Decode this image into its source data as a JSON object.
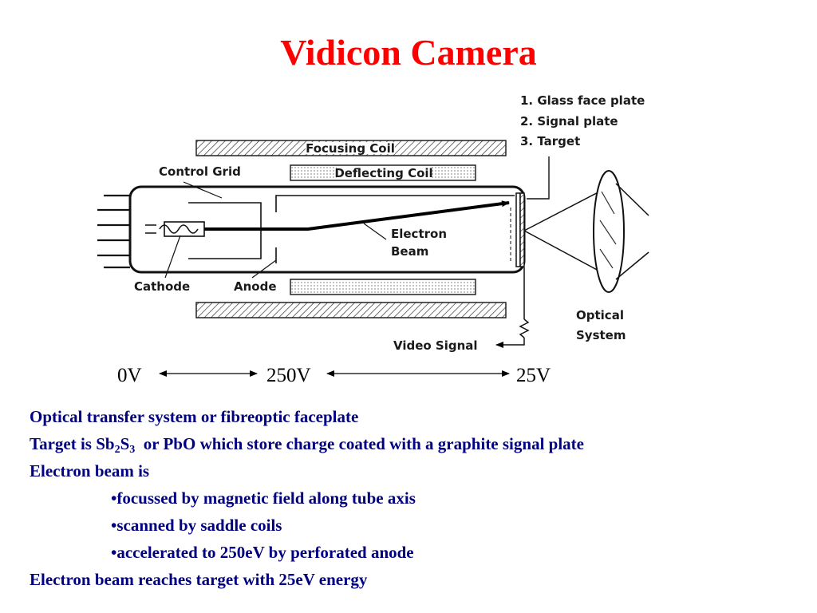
{
  "title": "Vidicon Camera",
  "diagram": {
    "legend": [
      "1. Glass face plate",
      "2. Signal plate",
      "3. Target"
    ],
    "labels": {
      "focusing_coil": "Focusing Coil",
      "deflecting_coil": "Deflecting Coil",
      "control_grid": "Control Grid",
      "electron": "Electron",
      "beam": "Beam",
      "cathode": "Cathode",
      "anode": "Anode",
      "optical": "Optical",
      "system": "System",
      "video_signal": "Video Signal"
    },
    "voltages": [
      "0V",
      "250V",
      "25V"
    ]
  },
  "body": {
    "line1": "Optical transfer system or fibreoptic faceplate",
    "line2_prefix": "Target is Sb",
    "line2_sub1": "2",
    "line2_mid": "S",
    "line2_sub2": "3",
    "line2_suffix": "  or PbO which store charge coated with a graphite signal plate",
    "line3": "Electron beam is",
    "bullets": [
      "•focussed by magnetic field along tube axis",
      "•scanned by saddle coils",
      "•accelerated to 250eV by perforated anode"
    ],
    "line4": "Electron beam reaches target with 25eV energy"
  }
}
